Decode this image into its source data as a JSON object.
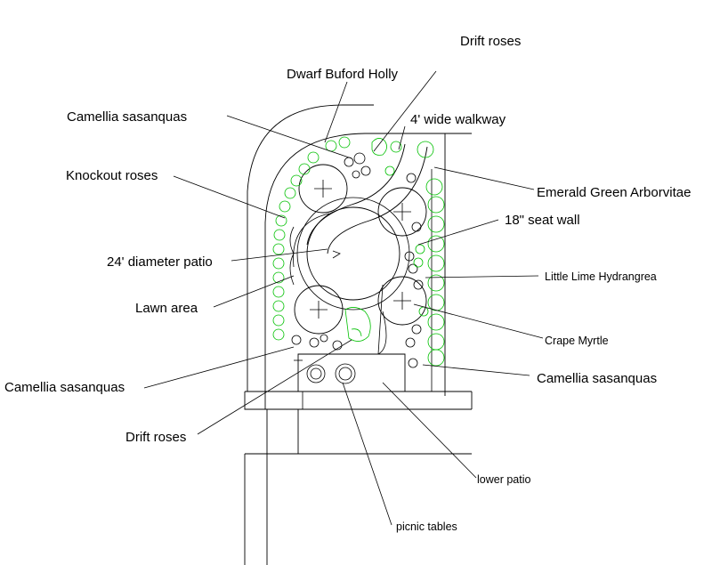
{
  "labels": {
    "drift_roses_top": "Drift roses",
    "dwarf_buford_holly": "Dwarf Buford Holly",
    "camellia_top": "Camellia sasanquas",
    "walkway": "4' wide walkway",
    "knockout_roses": "Knockout roses",
    "emerald_arborvitae": "Emerald Green Arborvitae",
    "seat_wall": "18\" seat wall",
    "patio": "24' diameter patio",
    "little_lime": "Little Lime Hydrangrea",
    "lawn": "Lawn area",
    "crape_myrtle": "Crape Myrtle",
    "camellia_right": "Camellia sasanquas",
    "camellia_left": "Camellia sasanquas",
    "drift_roses_bottom": "Drift roses",
    "lower_patio": "lower patio",
    "picnic_tables": "picnic tables"
  },
  "colors": {
    "line": "#000000",
    "plant_outline": "#00c000",
    "background": "#ffffff"
  }
}
